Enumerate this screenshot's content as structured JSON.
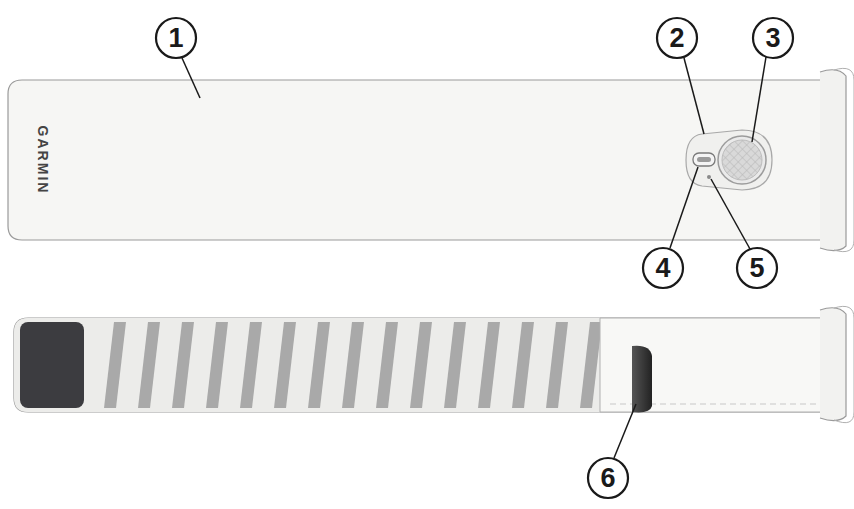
{
  "diagram": {
    "labels": [
      "1",
      "GARMIN",
      "2",
      "3",
      "4",
      "5",
      "6"
    ]
  }
}
